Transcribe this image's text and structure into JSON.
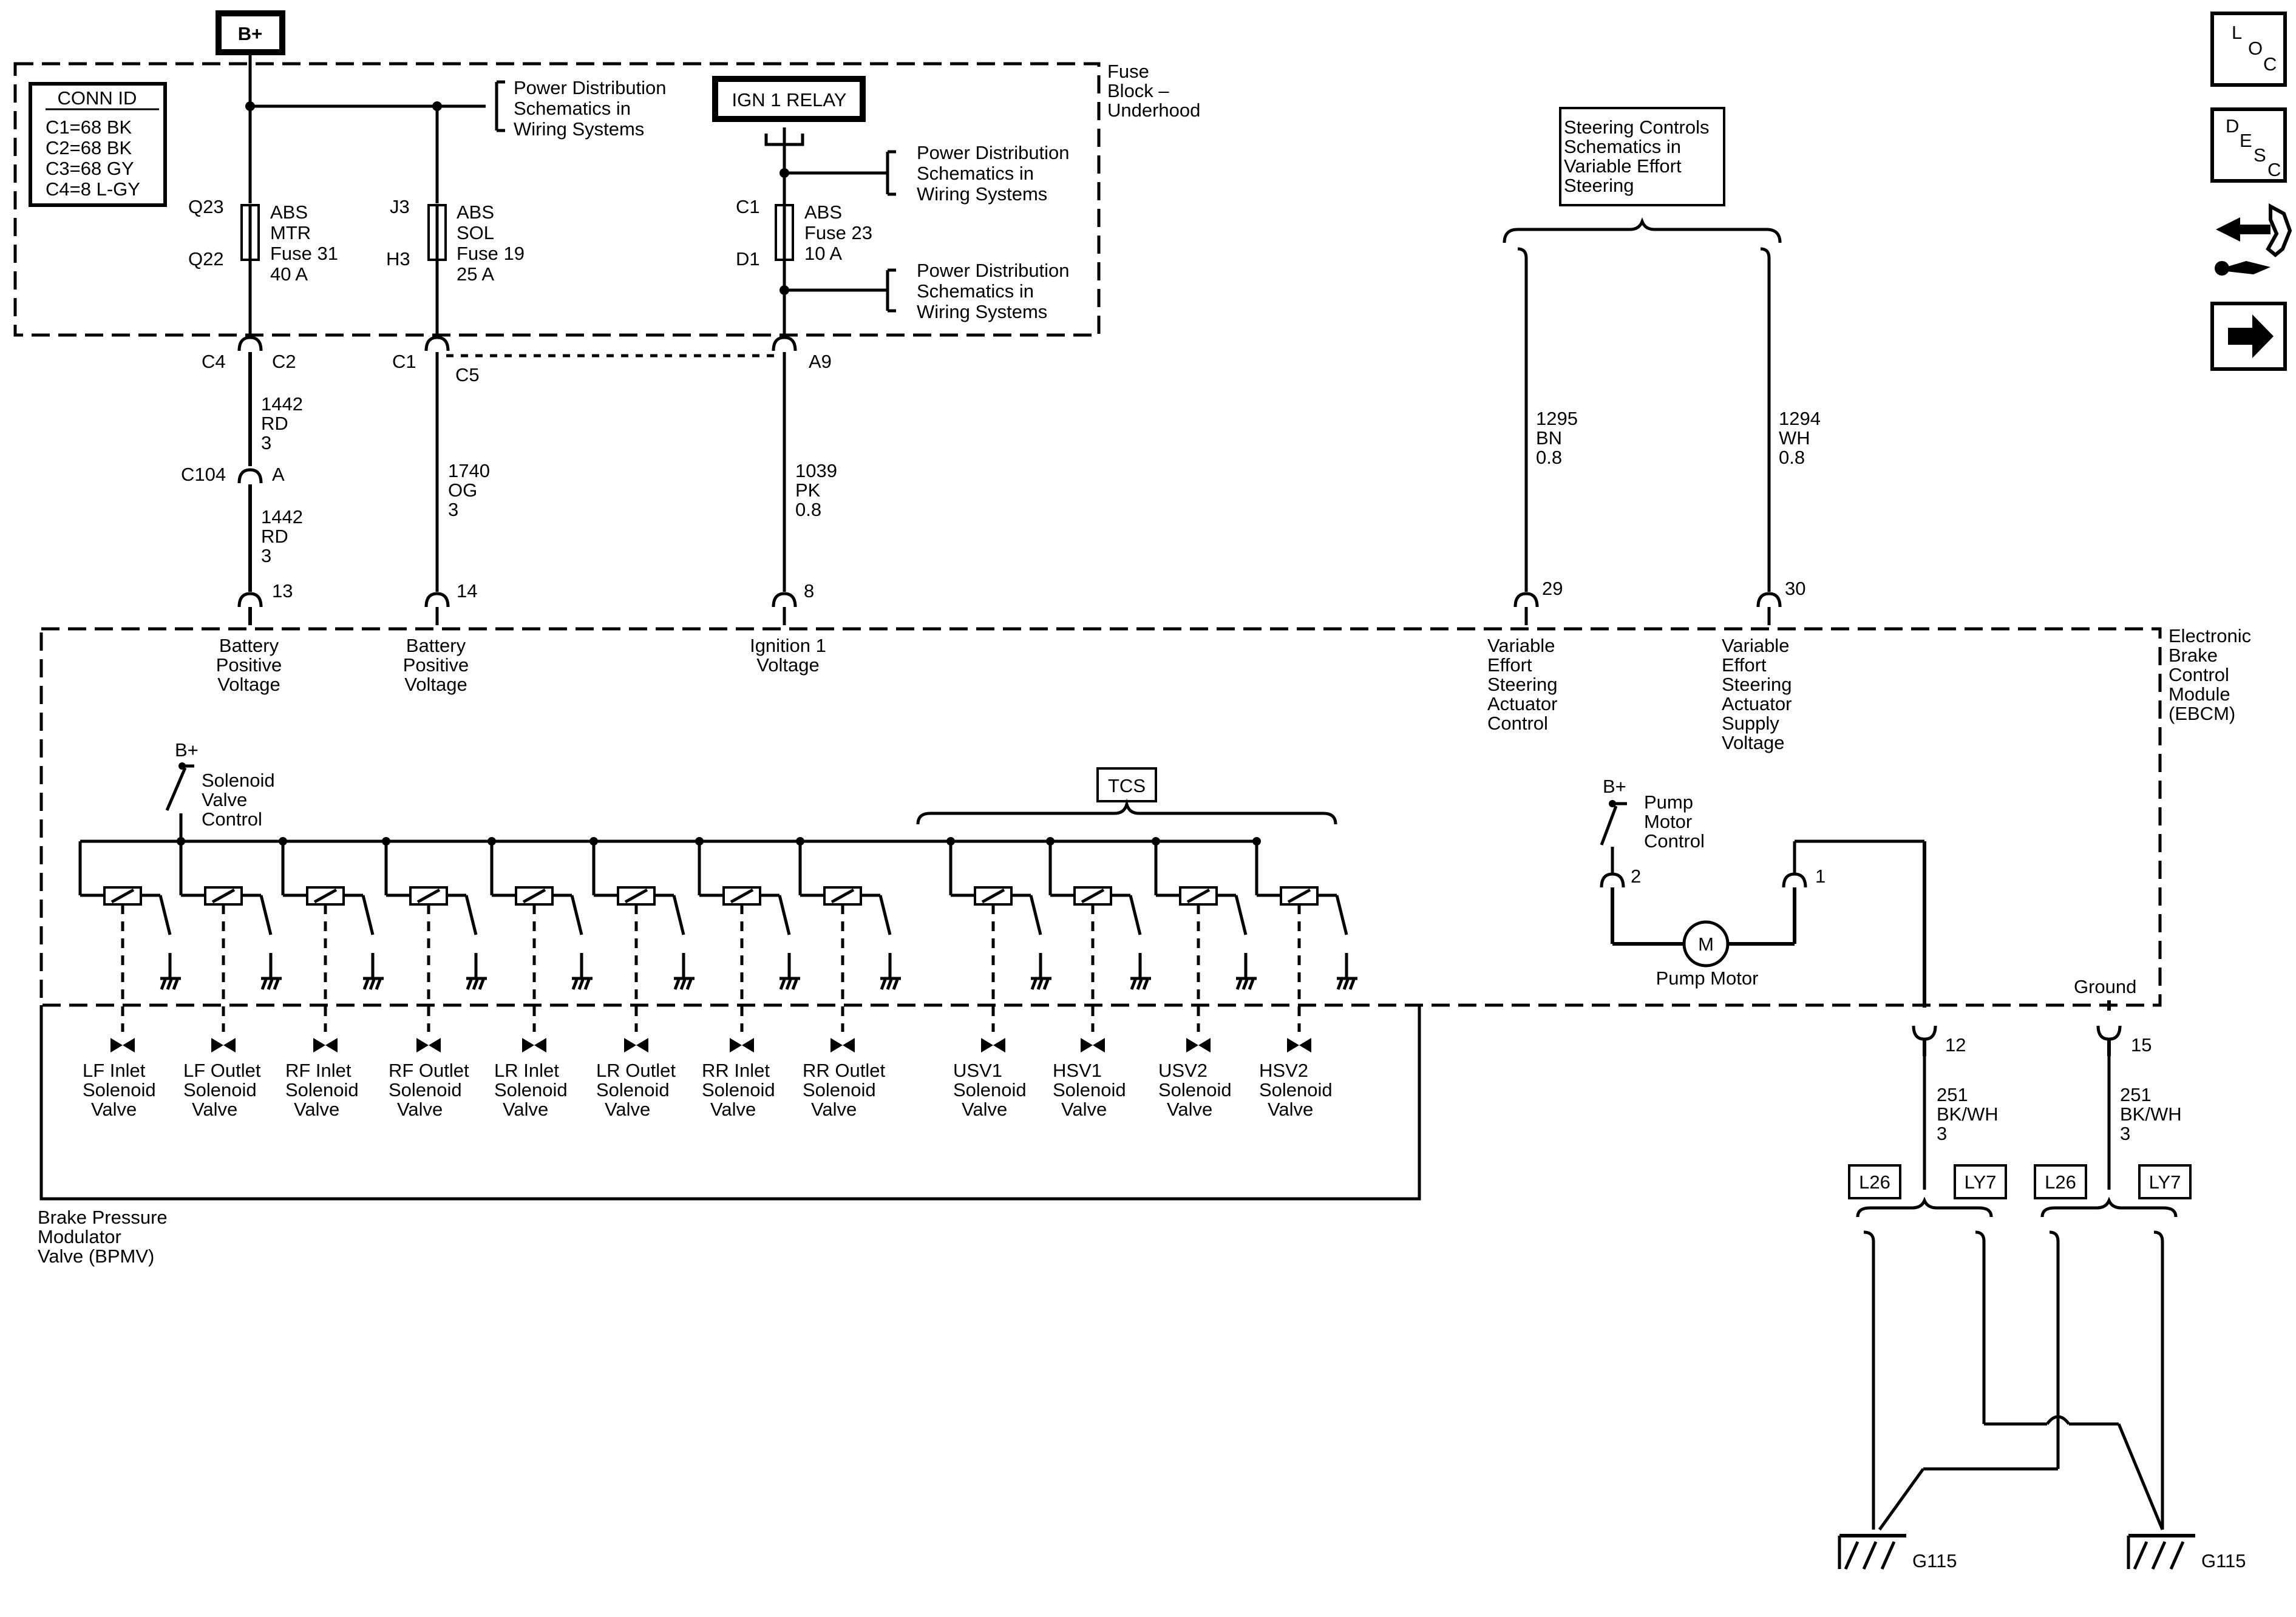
{
  "power_source": "B+",
  "conn_id": {
    "title": "CONN ID",
    "lines": [
      "C1=68 BK",
      "C2=68 BK",
      "C3=68 GY",
      "C4=8 L-GY"
    ]
  },
  "fuse_block": {
    "label_l1": "Fuse",
    "label_l2": "Block –",
    "label_l3": "Underhood"
  },
  "power_dist_ref": {
    "l1": "Power Distribution",
    "l2": "Schematics in",
    "l3": "Wiring  Systems"
  },
  "relay": "IGN 1 RELAY",
  "fuses": [
    {
      "top_conn": "Q23",
      "bot_conn": "Q22",
      "l1": "ABS",
      "l2": "MTR",
      "l3": "Fuse 31",
      "l4": "40 A"
    },
    {
      "top_conn": "J3",
      "bot_conn": "H3",
      "l1": "ABS",
      "l2": "SOL",
      "l3": "Fuse 19",
      "l4": "25 A"
    },
    {
      "top_conn": "C1",
      "bot_conn": "D1",
      "l1": "ABS",
      "l2": "Fuse 23",
      "l3": "10 A"
    }
  ],
  "connectors": {
    "c4": "C4",
    "c2": "C2",
    "c1": "C1",
    "c5": "C5",
    "a9": "A9",
    "c104": "C104",
    "a": "A"
  },
  "wires": {
    "w1442_a": {
      "num": "1442",
      "color": "RD",
      "gauge": "3"
    },
    "w1442_b": {
      "num": "1442",
      "color": "RD",
      "gauge": "3"
    },
    "w1740": {
      "num": "1740",
      "color": "OG",
      "gauge": "3"
    },
    "w1039": {
      "num": "1039",
      "color": "PK",
      "gauge": "0.8"
    },
    "w1295": {
      "num": "1295",
      "color": "BN",
      "gauge": "0.8"
    },
    "w1294": {
      "num": "1294",
      "color": "WH",
      "gauge": "0.8"
    },
    "w251_a": {
      "num": "251",
      "color": "BK/WH",
      "gauge": "3"
    },
    "w251_b": {
      "num": "251",
      "color": "BK/WH",
      "gauge": "3"
    }
  },
  "steering_ref": {
    "l1": "Steering Controls",
    "l2": "Schematics in",
    "l3": "Variable Effort",
    "l4": "Steering"
  },
  "ebcm_pins": {
    "p13": "13",
    "p14": "14",
    "p8": "8",
    "p29": "29",
    "p30": "30",
    "p2": "2",
    "p1": "1",
    "p12": "12",
    "p15": "15"
  },
  "ebcm_inputs": {
    "batt1": {
      "l1": "Battery",
      "l2": "Positive",
      "l3": "Voltage"
    },
    "batt2": {
      "l1": "Battery",
      "l2": "Positive",
      "l3": "Voltage"
    },
    "ign": {
      "l1": "Ignition 1",
      "l2": "Voltage"
    },
    "ves_ctrl": {
      "l1": "Variable",
      "l2": "Effort",
      "l3": "Steering",
      "l4": "Actuator",
      "l5": "Control"
    },
    "ves_supply": {
      "l1": "Variable",
      "l2": "Effort",
      "l3": "Steering",
      "l4": "Actuator",
      "l5": "Supply",
      "l6": "Voltage"
    }
  },
  "ebcm": {
    "l1": "Electronic",
    "l2": "Brake",
    "l3": "Control",
    "l4": "Module",
    "l5": "(EBCM)"
  },
  "solenoid_control": {
    "bplus": "B+",
    "l1": "Solenoid",
    "l2": "Valve",
    "l3": "Control"
  },
  "pump_control": {
    "bplus": "B+",
    "l1": "Pump",
    "l2": "Motor",
    "l3": "Control"
  },
  "pump_motor": {
    "symbol": "M",
    "label": "Pump Motor"
  },
  "tcs": "TCS",
  "ground_label": "Ground",
  "valves": [
    {
      "l1": "LF Inlet",
      "l2": "Solenoid",
      "l3": "Valve"
    },
    {
      "l1": "LF Outlet",
      "l2": "Solenoid",
      "l3": "Valve"
    },
    {
      "l1": "RF Inlet",
      "l2": "Solenoid",
      "l3": "Valve"
    },
    {
      "l1": "RF Outlet",
      "l2": "Solenoid",
      "l3": "Valve"
    },
    {
      "l1": "LR Inlet",
      "l2": "Solenoid",
      "l3": "Valve"
    },
    {
      "l1": "LR Outlet",
      "l2": "Solenoid",
      "l3": "Valve"
    },
    {
      "l1": "RR Inlet",
      "l2": "Solenoid",
      "l3": "Valve"
    },
    {
      "l1": "RR Outlet",
      "l2": "Solenoid",
      "l3": "Valve"
    },
    {
      "l1": "USV1",
      "l2": "Solenoid",
      "l3": "Valve"
    },
    {
      "l1": "HSV1",
      "l2": "Solenoid",
      "l3": "Valve"
    },
    {
      "l1": "USV2",
      "l2": "Solenoid",
      "l3": "Valve"
    },
    {
      "l1": "HSV2",
      "l2": "Solenoid",
      "l3": "Valve"
    }
  ],
  "bpmv": {
    "l1": "Brake Pressure",
    "l2": "Modulator",
    "l3": "Valve (BPMV)"
  },
  "options": {
    "l26_a": "L26",
    "ly7_a": "LY7",
    "l26_b": "L26",
    "ly7_b": "LY7"
  },
  "ground_points": {
    "g1": "G115",
    "g2": "G115"
  },
  "nav": {
    "loc": {
      "l": "L",
      "o": "O",
      "c": "C"
    },
    "desc": {
      "d": "D",
      "e": "E",
      "s": "S",
      "c": "C"
    }
  }
}
